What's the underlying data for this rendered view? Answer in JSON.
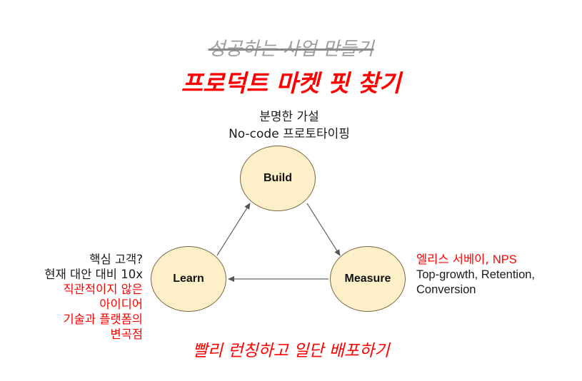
{
  "titles": {
    "struck": "성공하는 사업 만들기",
    "main": "프로덕트 마켓 핏 찾기"
  },
  "nodes": {
    "build": "Build",
    "learn": "Learn",
    "measure": "Measure"
  },
  "build_note": [
    "분명한 가설",
    "No-code 프로토타이핑"
  ],
  "learn_note": {
    "black": [
      "핵심 고객?",
      "현재 대안 대비 10x"
    ],
    "red": [
      "직관적이지 않은",
      "아이디어",
      "기술과 플랫폼의",
      "변곡점"
    ]
  },
  "measure_note": {
    "red_part": "엘리스 서베이, ",
    "red_part_2": "NPS",
    "black": [
      "Top-growth, Retention,",
      "Conversion"
    ]
  },
  "bottom": "빨리 런칭하고 일단 배포하기",
  "colors": {
    "accent_red": "#ff0000",
    "node_fill": "#fdefc8",
    "node_border": "#7a6640",
    "struck_gray": "#9e9e9e"
  }
}
